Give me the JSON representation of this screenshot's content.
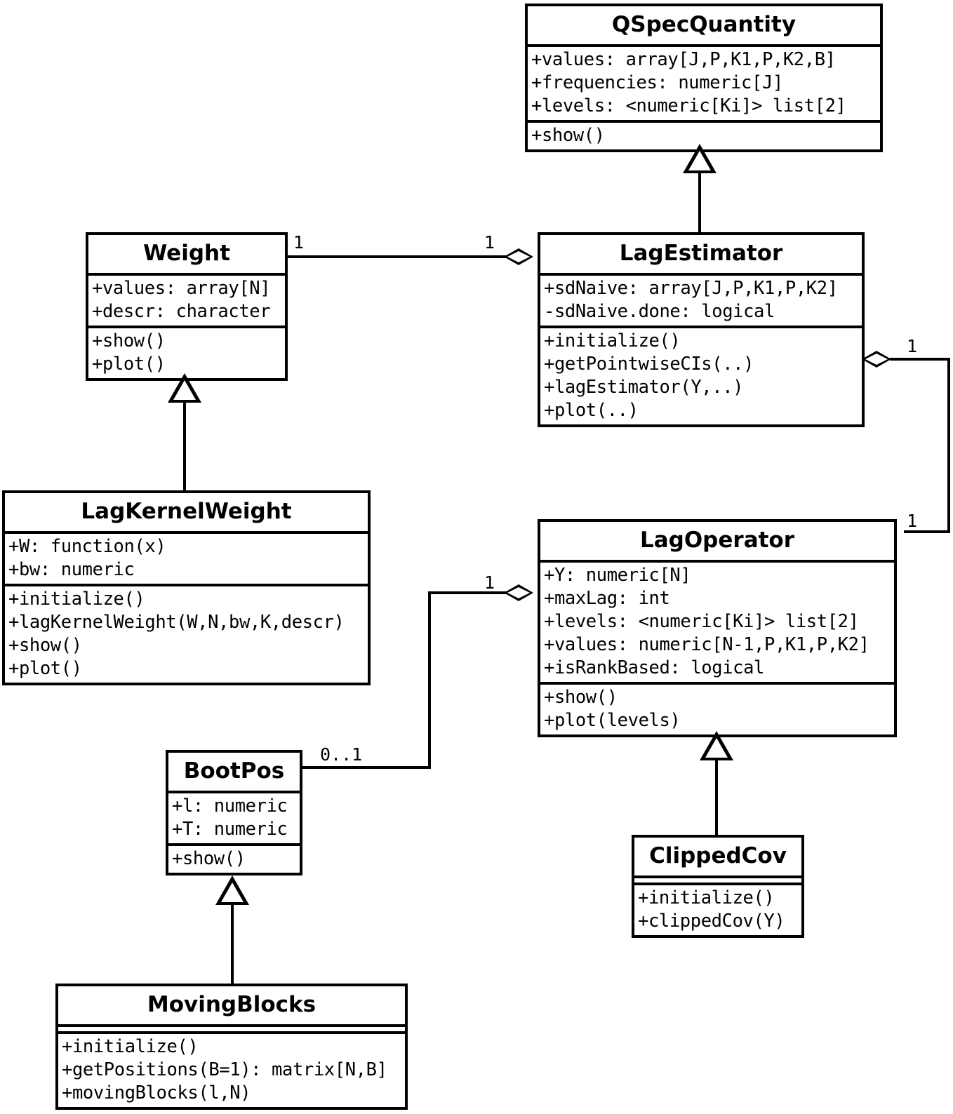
{
  "diagram": {
    "title": "UML class diagram",
    "stroke_color": "#000000",
    "fill_color": "#ffffff"
  },
  "classes": {
    "qspecquantity": {
      "name": "QSpecQuantity",
      "attributes": [
        "+values: array[J,P,K1,P,K2,B]",
        "+frequencies: numeric[J]",
        "+levels: <numeric[Ki]> list[2]"
      ],
      "methods": [
        "+show()"
      ]
    },
    "weight": {
      "name": "Weight",
      "attributes": [
        "+values: array[N]",
        "+descr: character"
      ],
      "methods": [
        "+show()",
        "+plot()"
      ]
    },
    "lagestimator": {
      "name": "LagEstimator",
      "attributes": [
        "+sdNaive: array[J,P,K1,P,K2]",
        "-sdNaive.done: logical"
      ],
      "methods": [
        "+initialize()",
        "+getPointwiseCIs(..)",
        "+lagEstimator(Y,..)",
        "+plot(..)"
      ]
    },
    "lagkernelweight": {
      "name": "LagKernelWeight",
      "attributes": [
        "+W: function(x)",
        "+bw: numeric"
      ],
      "methods": [
        "+initialize()",
        "+lagKernelWeight(W,N,bw,K,descr)",
        "+show()",
        "+plot()"
      ]
    },
    "lagoperator": {
      "name": "LagOperator",
      "attributes": [
        "+Y: numeric[N]",
        "+maxLag: int",
        "+levels: <numeric[Ki]> list[2]",
        "+values: numeric[N-1,P,K1,P,K2]",
        "+isRankBased: logical"
      ],
      "methods": [
        "+show()",
        "+plot(levels)"
      ]
    },
    "bootpos": {
      "name": "BootPos",
      "attributes": [
        "+l: numeric",
        "+T: numeric"
      ],
      "methods": [
        "+show()"
      ]
    },
    "clippedcov": {
      "name": "ClippedCov",
      "attributes": [],
      "methods": [
        "+initialize()",
        "+clippedCov(Y)"
      ]
    },
    "movingblocks": {
      "name": "MovingBlocks",
      "attributes": [],
      "methods": [
        "+initialize()",
        "+getPositions(B=1): matrix[N,B]",
        "+movingBlocks(l,N)"
      ]
    }
  },
  "relationships": {
    "weight_lagestimator": {
      "kind": "aggregation",
      "source_multiplicity": "1",
      "target_multiplicity": "1"
    },
    "lagestimator_lagoperator": {
      "kind": "aggregation",
      "source_multiplicity": "1",
      "target_multiplicity": "1"
    },
    "bootpos_lagoperator": {
      "kind": "aggregation",
      "source_multiplicity": "0..1",
      "target_multiplicity": "1"
    },
    "lagestimator_qspecquantity": {
      "kind": "generalization"
    },
    "lagkernelweight_weight": {
      "kind": "generalization"
    },
    "clippedcov_lagoperator": {
      "kind": "generalization"
    },
    "movingblocks_bootpos": {
      "kind": "generalization"
    }
  }
}
